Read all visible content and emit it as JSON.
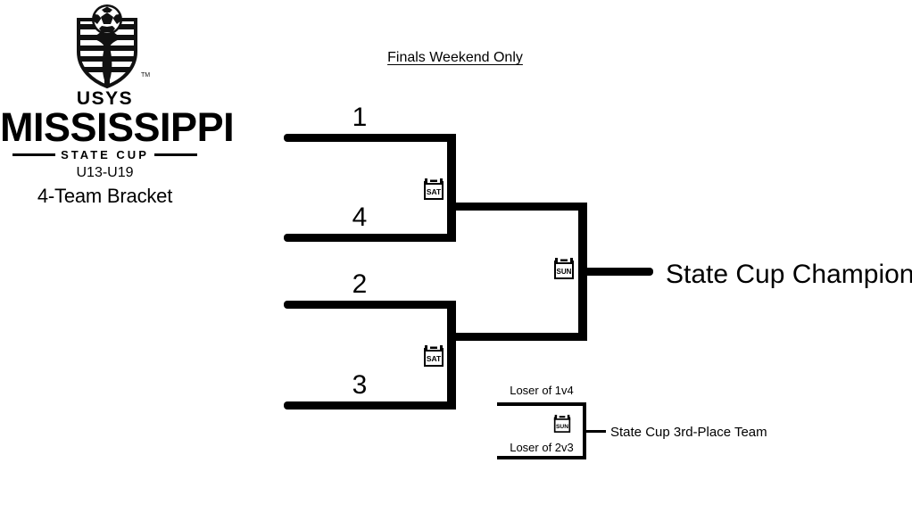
{
  "logo": {
    "mark_name": "usys-mississippi-shield-logo",
    "usys": "USYS",
    "state_line": "MISSISSIPPI",
    "state_cup": "STATE CUP",
    "trademark": "TM",
    "age_groups": "U13-U19",
    "bracket_label": "4-Team Bracket"
  },
  "header": {
    "note": "Finals Weekend Only"
  },
  "bracket": {
    "seeds": [
      {
        "label": "1"
      },
      {
        "label": "4"
      },
      {
        "label": "2"
      },
      {
        "label": "3"
      }
    ],
    "semifinal_top_day": "SAT",
    "semifinal_bottom_day": "SAT",
    "final_day": "SUN",
    "champion": "State Cup Champion"
  },
  "consolation": {
    "top_team": "Loser of 1v4",
    "bottom_team": "Loser of 2v3",
    "day": "SUN",
    "result": "State Cup 3rd-Place Team"
  },
  "colors": {
    "ink": "#000000",
    "background": "#ffffff"
  }
}
